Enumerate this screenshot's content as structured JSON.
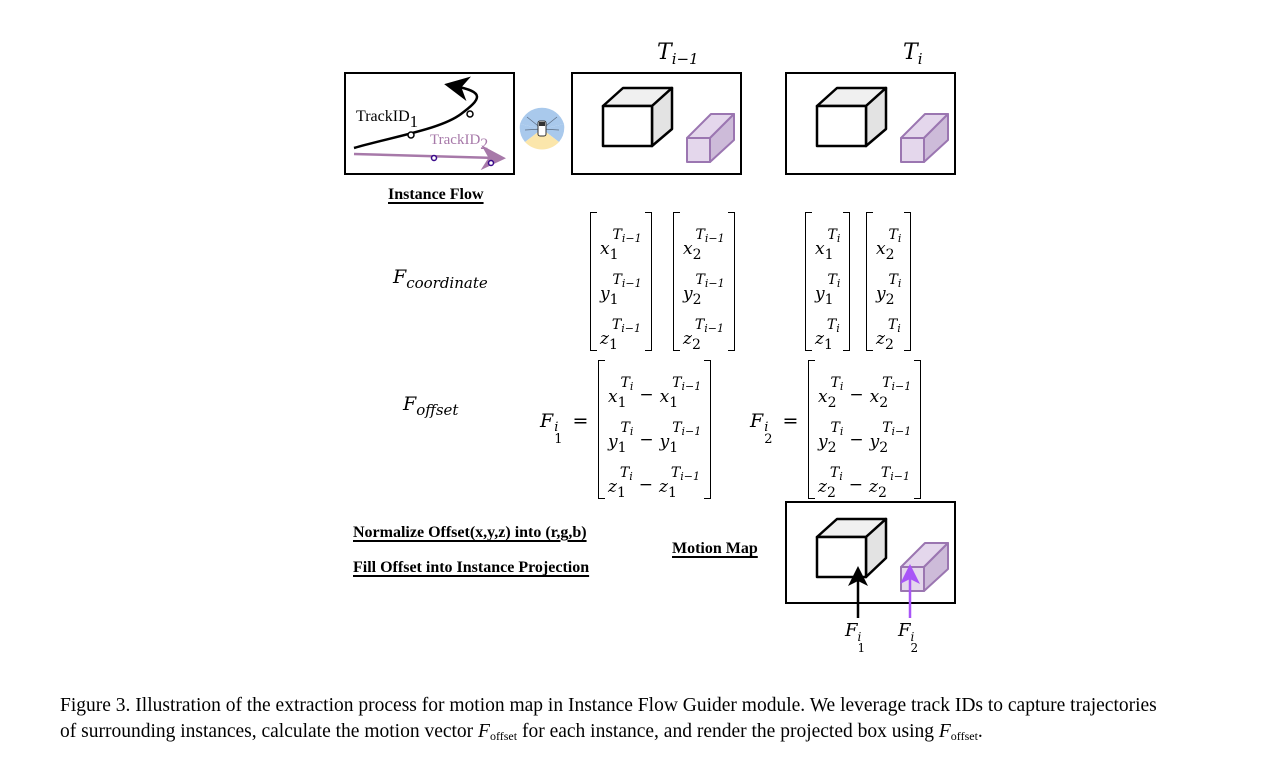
{
  "figure": {
    "headers": {
      "prev_frame": "T",
      "prev_frame_sub": "i−1",
      "curr_frame": "T",
      "curr_frame_sub": "i"
    },
    "instance_flow": {
      "track1_label": "TrackID",
      "track1_sub": "1",
      "track2_label": "TrackID",
      "track2_sub": "2",
      "title": "Instance Flow"
    },
    "colors": {
      "purple_box_fill": "#e4d7ec",
      "purple_box_side": "#cdbbd9",
      "purple_box_stroke": "#9b76b1",
      "track2_color": "#a779a9",
      "track2_dot": "#3a0a8a",
      "cube_top": "#f0f0f0",
      "cube_side": "#e3e3e3",
      "arrow2_color": "#a855f7",
      "sensor_blue": "#a9c9ec",
      "sensor_yellow": "#fbe6ab"
    },
    "coordinate": {
      "label_main": "F",
      "label_sub": "coordinate",
      "matrices": [
        {
          "entries": [
            [
              "x",
              "1",
              "T",
              "i−1"
            ],
            [
              "y",
              "1",
              "T",
              "i−1"
            ],
            [
              "z",
              "1",
              "T",
              "i−1"
            ]
          ]
        },
        {
          "entries": [
            [
              "x",
              "2",
              "T",
              "i−1"
            ],
            [
              "y",
              "2",
              "T",
              "i−1"
            ],
            [
              "z",
              "2",
              "T",
              "i−1"
            ]
          ]
        },
        {
          "entries": [
            [
              "x",
              "1",
              "T",
              "i"
            ],
            [
              "y",
              "1",
              "T",
              "i"
            ],
            [
              "z",
              "1",
              "T",
              "i"
            ]
          ]
        },
        {
          "entries": [
            [
              "x",
              "2",
              "T",
              "i"
            ],
            [
              "y",
              "2",
              "T",
              "i"
            ],
            [
              "z",
              "2",
              "T",
              "i"
            ]
          ]
        }
      ]
    },
    "offset": {
      "label_main": "F",
      "label_sub": "offset",
      "eq1_lhs": "F",
      "eq1_sup": "i",
      "eq1_sub": "1",
      "eq2_lhs": "F",
      "eq2_sup": "i",
      "eq2_sub": "2",
      "equals": "=",
      "minus": "−",
      "rows1": [
        [
          "x",
          "1"
        ],
        [
          "y",
          "1"
        ],
        [
          "z",
          "1"
        ]
      ],
      "rows2": [
        [
          "x",
          "2"
        ],
        [
          "y",
          "2"
        ],
        [
          "z",
          "2"
        ]
      ],
      "sup_a_main": "T",
      "sup_a_sub": "i",
      "sup_b_main": "T",
      "sup_b_sub": "i−1"
    },
    "steps": {
      "normalize": "Normalize Offset(x,y,z) into (r,g,b)",
      "fill": "Fill Offset into Instance Projection",
      "motion_map": "Motion Map"
    },
    "motion_arrows": {
      "a1_main": "F",
      "a1_sup": "i",
      "a1_sub": "1",
      "a2_main": "F",
      "a2_sup": "i",
      "a2_sub": "2"
    }
  },
  "caption": {
    "line1": "Figure 3. Illustration of the extraction process for motion map in Instance Flow Guider module. We leverage track IDs to capture trajectories",
    "line2_a": "of surrounding instances, calculate the motion vector ",
    "line2_math": "F",
    "line2_math_sub": "offset",
    "line2_b": " for each instance, and render the projected box using ",
    "line2_math2": "F",
    "line2_math2_sub": "offset",
    "line2_c": "."
  }
}
